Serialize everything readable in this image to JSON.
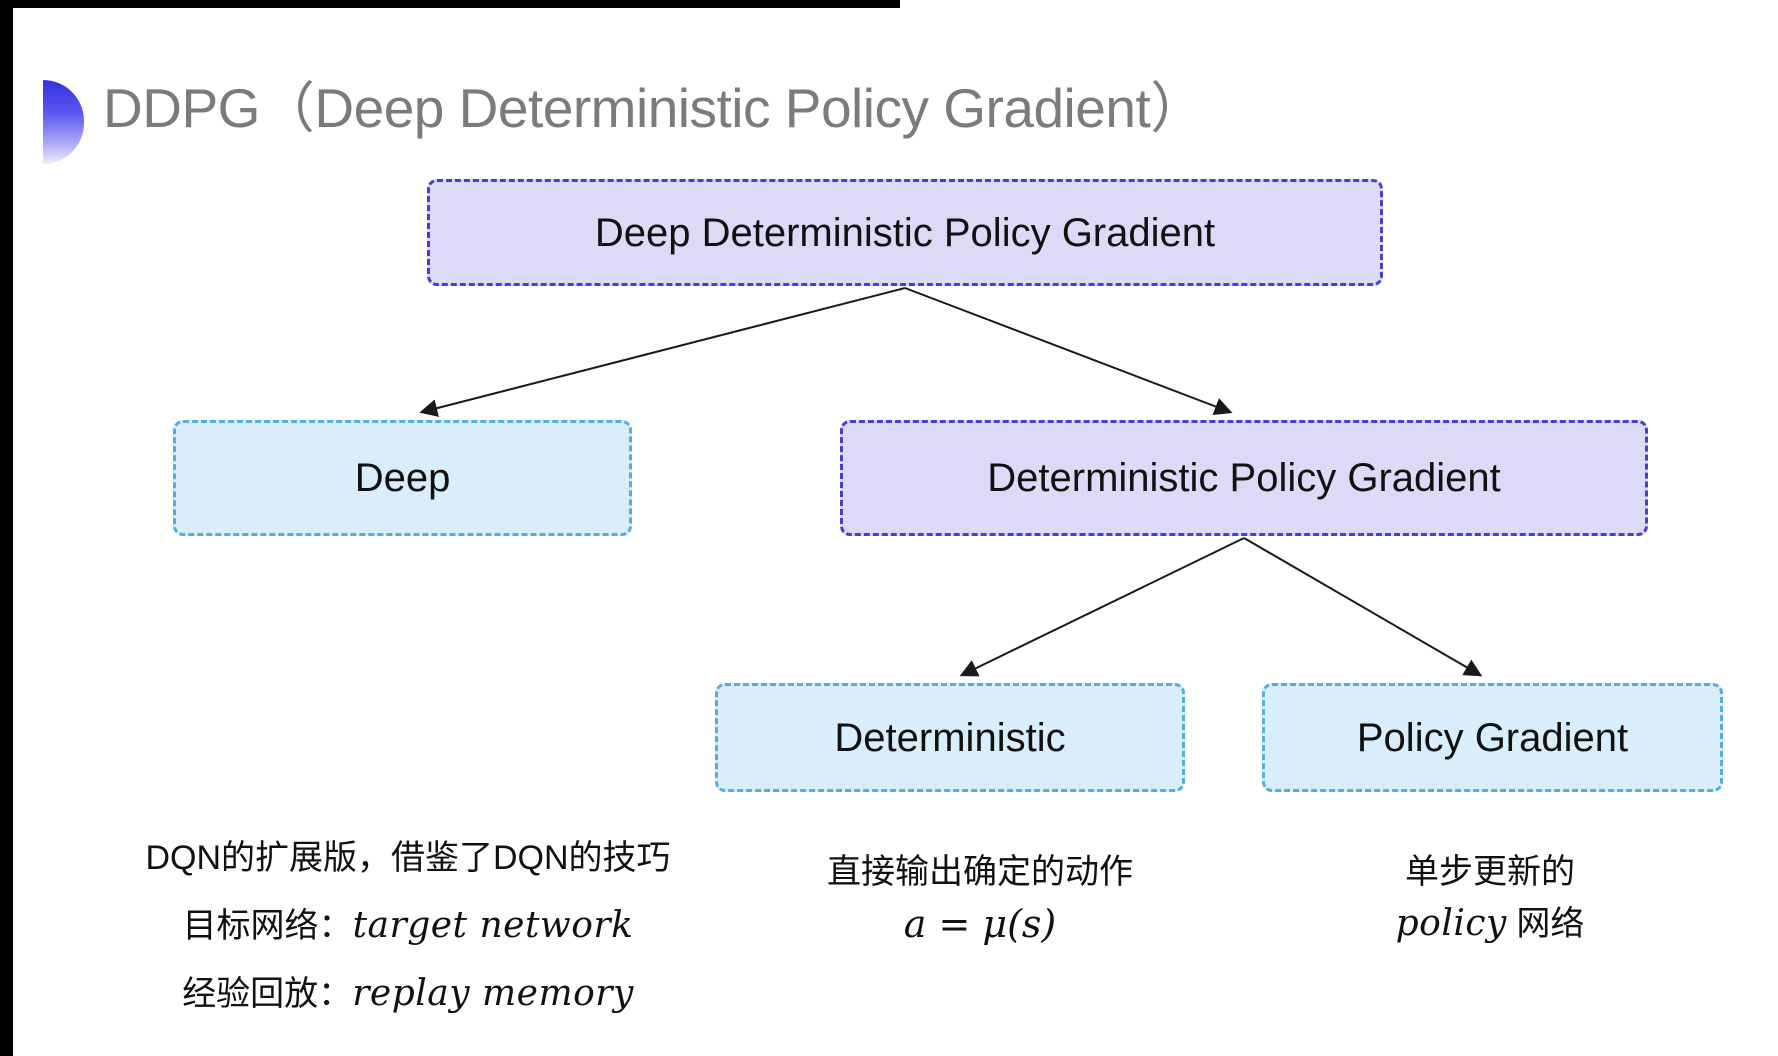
{
  "slide": {
    "title": "DDPG（Deep Deterministic Policy Gradient）"
  },
  "colors": {
    "title_gray": "#7b7b7b",
    "purple_fill": "#dcdaf6",
    "purple_border": "#4640d0",
    "cyan_fill": "#d9edfa",
    "cyan_border": "#55afdd",
    "arrow": "#1a1a1a",
    "bullet_blue": "#3330e2"
  },
  "nodes": {
    "root": "Deep Deterministic Policy Gradient",
    "deep": "Deep",
    "dpg": "Deterministic Policy Gradient",
    "deterministic": "Deterministic",
    "policy_gradient": "Policy Gradient"
  },
  "annotations": {
    "deep_line1": "DQN的扩展版，借鉴了DQN的技巧",
    "deep_line2_label": "目标网络：",
    "deep_line2_term": "target network",
    "deep_line3_label": "经验回放：",
    "deep_line3_term": "replay memory",
    "deterministic_line1": "直接输出确定的动作",
    "deterministic_formula": "a = μ(s)",
    "policy_line1": "单步更新的",
    "policy_term": "policy",
    "policy_suffix": " 网络"
  }
}
